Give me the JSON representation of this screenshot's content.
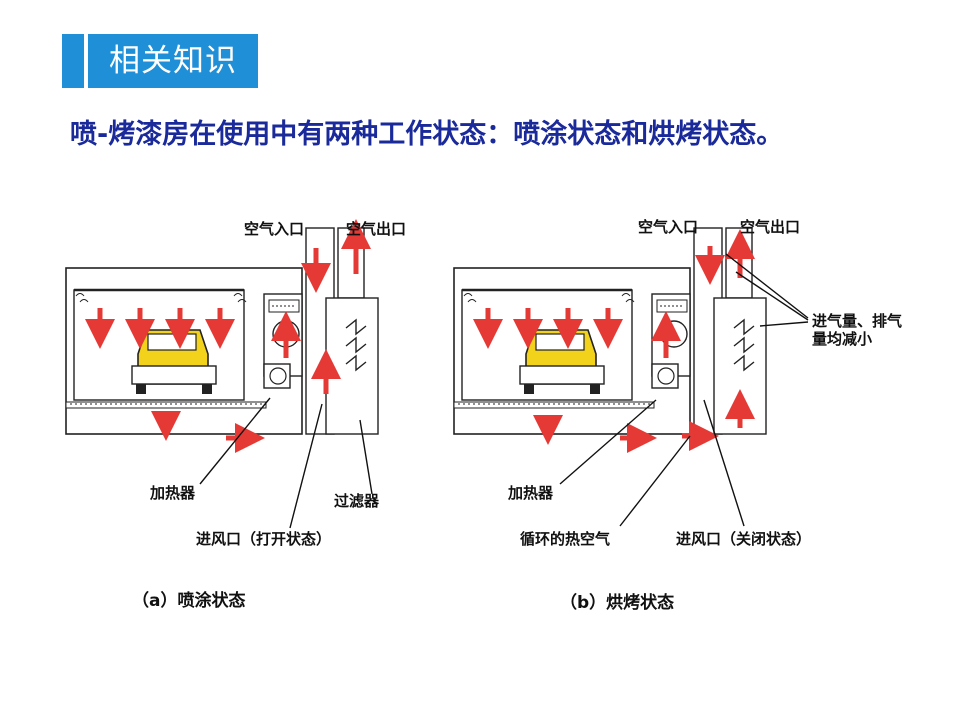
{
  "header": {
    "title": "相关知识"
  },
  "subtitle": "喷-烤漆房在使用中有两种工作状态：喷涂状态和烘烤状态。",
  "colors": {
    "accent": "#1f8fd8",
    "subtitle": "#1a2a9a",
    "arrow": "#e53935",
    "car": "#f2d21b"
  },
  "diagram_a": {
    "air_in": "空气入口",
    "air_out": "空气出口",
    "heater": "加热器",
    "filter": "过滤器",
    "inlet": "进风口（打开状态）",
    "caption": "（a）喷涂状态"
  },
  "diagram_b": {
    "air_in": "空气入口",
    "air_out": "空气出口",
    "reduce_line1": "进气量、排气",
    "reduce_line2": "量均减小",
    "heater": "加热器",
    "circulating": "循环的热空气",
    "inlet": "进风口（关闭状态）",
    "caption": "（b）烘烤状态"
  }
}
